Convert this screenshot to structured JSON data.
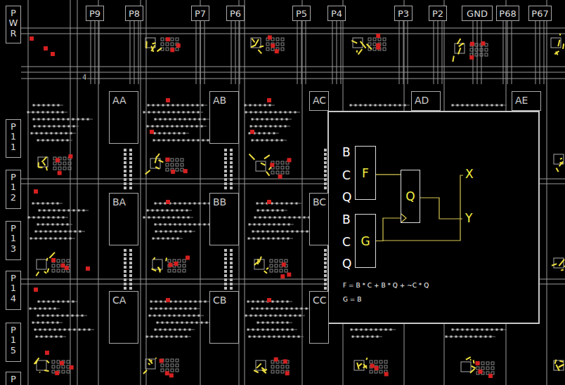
{
  "diagram": {
    "nodes": [
      {
        "text": [
          "P9"
        ]
      },
      {
        "text": [
          "P8"
        ]
      },
      {
        "text": [
          "P7"
        ]
      },
      {
        "text": [
          "P6"
        ]
      },
      {
        "text": [
          "P5"
        ]
      },
      {
        "text": [
          "P4"
        ]
      },
      {
        "text": [
          "P3"
        ]
      },
      {
        "text": [
          "P2"
        ]
      },
      {
        "text": [
          "GND"
        ]
      },
      {
        "text": [
          "P68"
        ]
      },
      {
        "text": [
          "P67"
        ]
      },
      {
        "text": [
          "PWR"
        ]
      },
      {
        "text": [
          "P11"
        ]
      },
      {
        "text": [
          "AA"
        ]
      },
      {
        "text": [
          "AB"
        ]
      },
      {
        "text": [
          "AC"
        ]
      },
      {
        "text": [
          "AD"
        ]
      },
      {
        "text": [
          "AE"
        ]
      },
      {
        "text": [
          "P12"
        ]
      },
      {
        "text": [
          "BA"
        ]
      },
      {
        "text": [
          "BB"
        ]
      },
      {
        "text": [
          "BC"
        ]
      },
      {
        "text": [
          "P13"
        ]
      },
      {
        "text": [
          "P14"
        ]
      },
      {
        "text": [
          "CA"
        ]
      },
      {
        "text": [
          "CB"
        ]
      },
      {
        "text": [
          "CC"
        ]
      },
      {
        "text": [
          "P15"
        ]
      },
      {
        "text": [
          "P"
        ]
      },
      {
        "text": [
          "F"
        ]
      },
      {
        "text": [
          "Q"
        ]
      },
      {
        "text": [
          "G"
        ]
      }
    ],
    "edges": [
      {
        "from": 29,
        "to": 30,
        "arrow": "none"
      },
      {
        "from": 31,
        "to": 30,
        "arrow": "none"
      }
    ],
    "labels": [
      "4",
      "B",
      "C",
      "Q",
      "B",
      "C",
      "Q",
      "X",
      "Y",
      "F = B * C + B * Q + ~C * Q",
      "G = B"
    ]
  }
}
